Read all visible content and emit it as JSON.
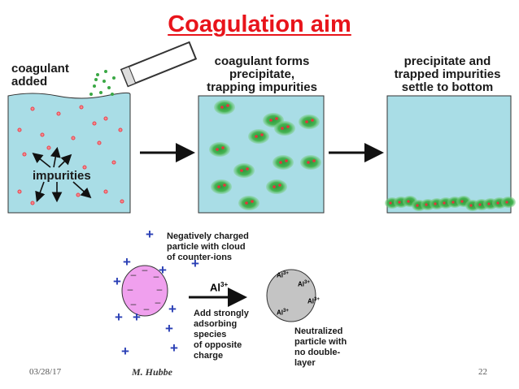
{
  "slide": {
    "title": "Coagulation aim",
    "date": "03/28/17",
    "author": "M. Hubbe",
    "page_number": "22"
  },
  "panels": {
    "first": {
      "caption_line1": "coagulant",
      "caption_line2": "added",
      "label": "impurities"
    },
    "second": {
      "caption_line1": "coagulant forms",
      "caption_line2": "precipitate,",
      "caption_line3": "trapping impurities"
    },
    "third": {
      "caption_line1": "precipitate and",
      "caption_line2": "trapped impurities",
      "caption_line3": "settle to bottom"
    }
  },
  "particle_diagram": {
    "charged_caption_line1": "Negatively charged",
    "charged_caption_line2": "particle with cloud",
    "charged_caption_line3": "of counter-ions",
    "ion_label": "Al",
    "ion_charge": "3+",
    "action_line1": "Add strongly",
    "action_line2": "adsorbing",
    "action_line3": "species",
    "action_line4": "of opposite",
    "action_line5": "charge",
    "neutral_line1": "Neutralized",
    "neutral_line2": "particle with",
    "neutral_line3": "no double-",
    "neutral_line4": "layer",
    "plus_sign": "+",
    "minus_sign": "–"
  },
  "colors": {
    "title": "#e8141b",
    "water": "#a9dde6",
    "precipitate": "#3aa845",
    "impurity": "#e8323c",
    "particle": "#f0a0ee",
    "neutral_particle": "#c4c4c4",
    "counter_ion": "#2a3fb5"
  }
}
